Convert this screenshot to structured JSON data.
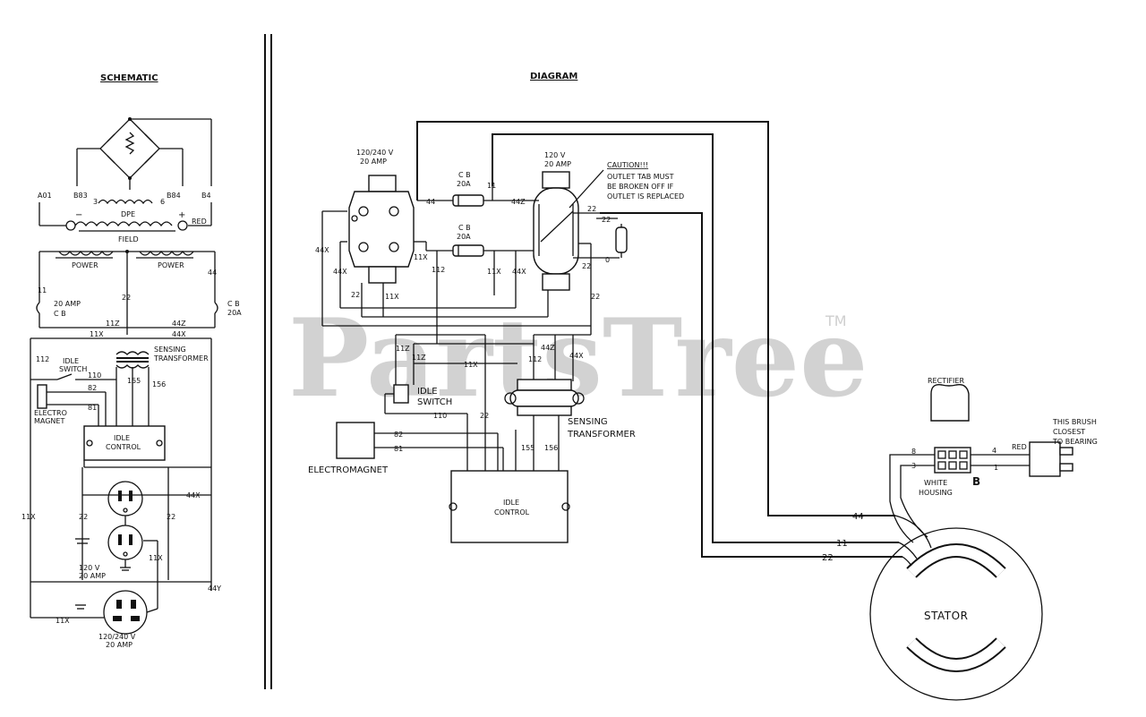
{
  "titles": {
    "schematic": "SCHEMATIC",
    "diagram": "DIAGRAM"
  },
  "watermark": {
    "text": "PartsTree",
    "tm": "TM"
  },
  "schematic": {
    "w_a01": "A01",
    "w_b83": "B83",
    "w_b84": "B84",
    "w_b4": "B4",
    "n3": "3",
    "n6": "6",
    "dpe": "DPE",
    "minus": "−",
    "plus": "+",
    "red": "RED",
    "field": "FIELD",
    "power1": "POWER",
    "power2": "POWER",
    "w44": "44",
    "w11": "11",
    "cb20amp": "20 AMP",
    "cb": "C B",
    "w22": "22",
    "cb_right": "C B",
    "cb_right_amp": "20A",
    "w11z": "11Z",
    "w44z": "44Z",
    "w11x": "11X",
    "w44x": "44X",
    "sensing1": "SENSING",
    "sensing2": "TRANSFORMER",
    "w112": "112",
    "idle1": "IDLE",
    "idle2": "SWITCH",
    "w110": "110",
    "w82": "82",
    "w81": "81",
    "w155": "155",
    "w156": "156",
    "electro1": "ELECTRO",
    "electro2": "MAGNET",
    "idle_ctrl1": "IDLE",
    "idle_ctrl2": "CONTROL",
    "w44x_b": "44X",
    "w11x_left": "11X",
    "w22_b": "22",
    "w22_c": "22",
    "w11x_b": "11X",
    "r120v": "120 V",
    "r20amp": "20 AMP",
    "w44y": "44Y",
    "w11x_bot": "11X",
    "bot1": "120/240 V",
    "bot2": "20 AMP"
  },
  "diagram": {
    "rec240_1": "120/240 V",
    "rec240_2": "20 AMP",
    "rec120_1": "120 V",
    "rec120_2": "20 AMP",
    "caution1": "CAUTION!!!",
    "caution2": "OUTLET TAB MUST",
    "caution3": "BE BROKEN OFF IF",
    "caution4": "OUTLET IS REPLACED",
    "cb_top1": "C B",
    "cb_top2": "20A",
    "cb_bot1": "C B",
    "cb_bot2": "20A",
    "w44": "44",
    "w11": "11",
    "w44z": "44Z",
    "w22a": "22",
    "w22b": "22",
    "w0": "0",
    "w22c": "22",
    "w22d": "22",
    "w44x_a": "44X",
    "w44x_b": "44X",
    "w11x_a": "11X",
    "w11x_b": "11X",
    "w112": "112",
    "w44x_c": "44X",
    "w22e": "22",
    "w11x_c": "11X",
    "w11z_a": "11Z",
    "w11z_b": "11Z",
    "w11x_d": "11X",
    "w112_b": "112",
    "w44z_b": "44Z",
    "w44x_d": "44X",
    "idle_sw1": "IDLE",
    "idle_sw2": "SWITCH",
    "w110": "110",
    "w22f": "22",
    "sensing1": "SENSING",
    "sensing2": "TRANSFORMER",
    "w82": "82",
    "w81": "81",
    "w155": "155",
    "w156": "156",
    "electromagnet": "ELECTROMAGNET",
    "idle_ctrl1": "IDLE",
    "idle_ctrl2": "CONTROL",
    "rectifier": "RECTIFIER",
    "brush1": "THIS BRUSH",
    "brush2": "CLOSEST",
    "brush3": "TO BEARING",
    "red": "RED",
    "w4": "4",
    "w8": "8",
    "w3": "3",
    "w1": "1",
    "white1": "WHITE",
    "white2": "HOUSING",
    "b": "B",
    "s44": "44",
    "s11": "11",
    "s22": "22",
    "stator": "STATOR"
  }
}
